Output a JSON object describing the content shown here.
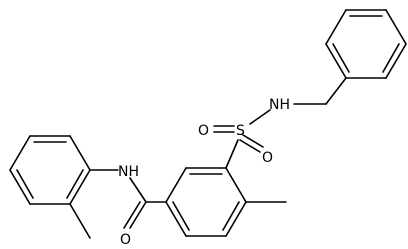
{
  "molecule": {
    "atoms": {
      "sulfur": "S",
      "sulfonyl_oxygen_left": "O",
      "sulfonyl_oxygen_bottom": "O",
      "sulfonamide_nh": "NH",
      "amide_nh": "NH",
      "carbonyl_oxygen": "O"
    }
  }
}
